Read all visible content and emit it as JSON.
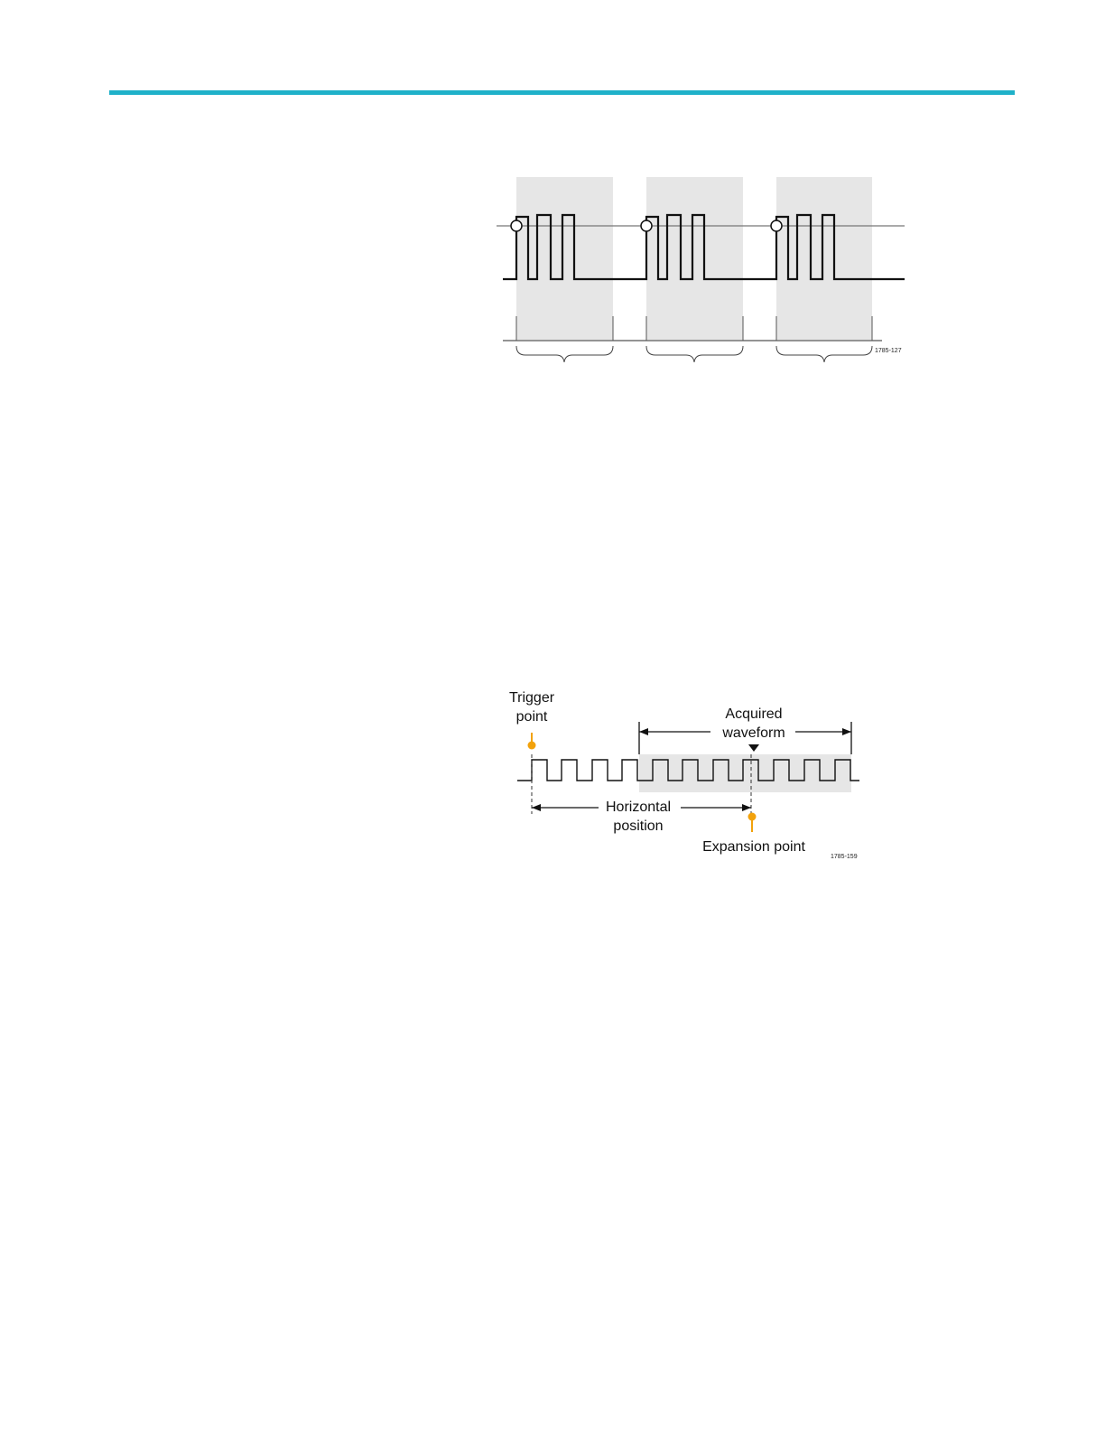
{
  "colors": {
    "header_rule": "#1fb1c9",
    "shading": "#e6e6e6",
    "waveform": "#111111",
    "marker": "#f2a20c"
  },
  "figure1": {
    "id_label": "1785-127",
    "acquisition_windows": 3,
    "pulses_per_burst": 3
  },
  "figure2": {
    "id_label": "1785-159",
    "trigger_point_line1": "Trigger",
    "trigger_point_line2": "point",
    "acquired_waveform_line1": "Acquired",
    "acquired_waveform_line2": "waveform",
    "horizontal_position_line1": "Horizontal",
    "horizontal_position_line2": "position",
    "expansion_point": "Expansion point"
  }
}
